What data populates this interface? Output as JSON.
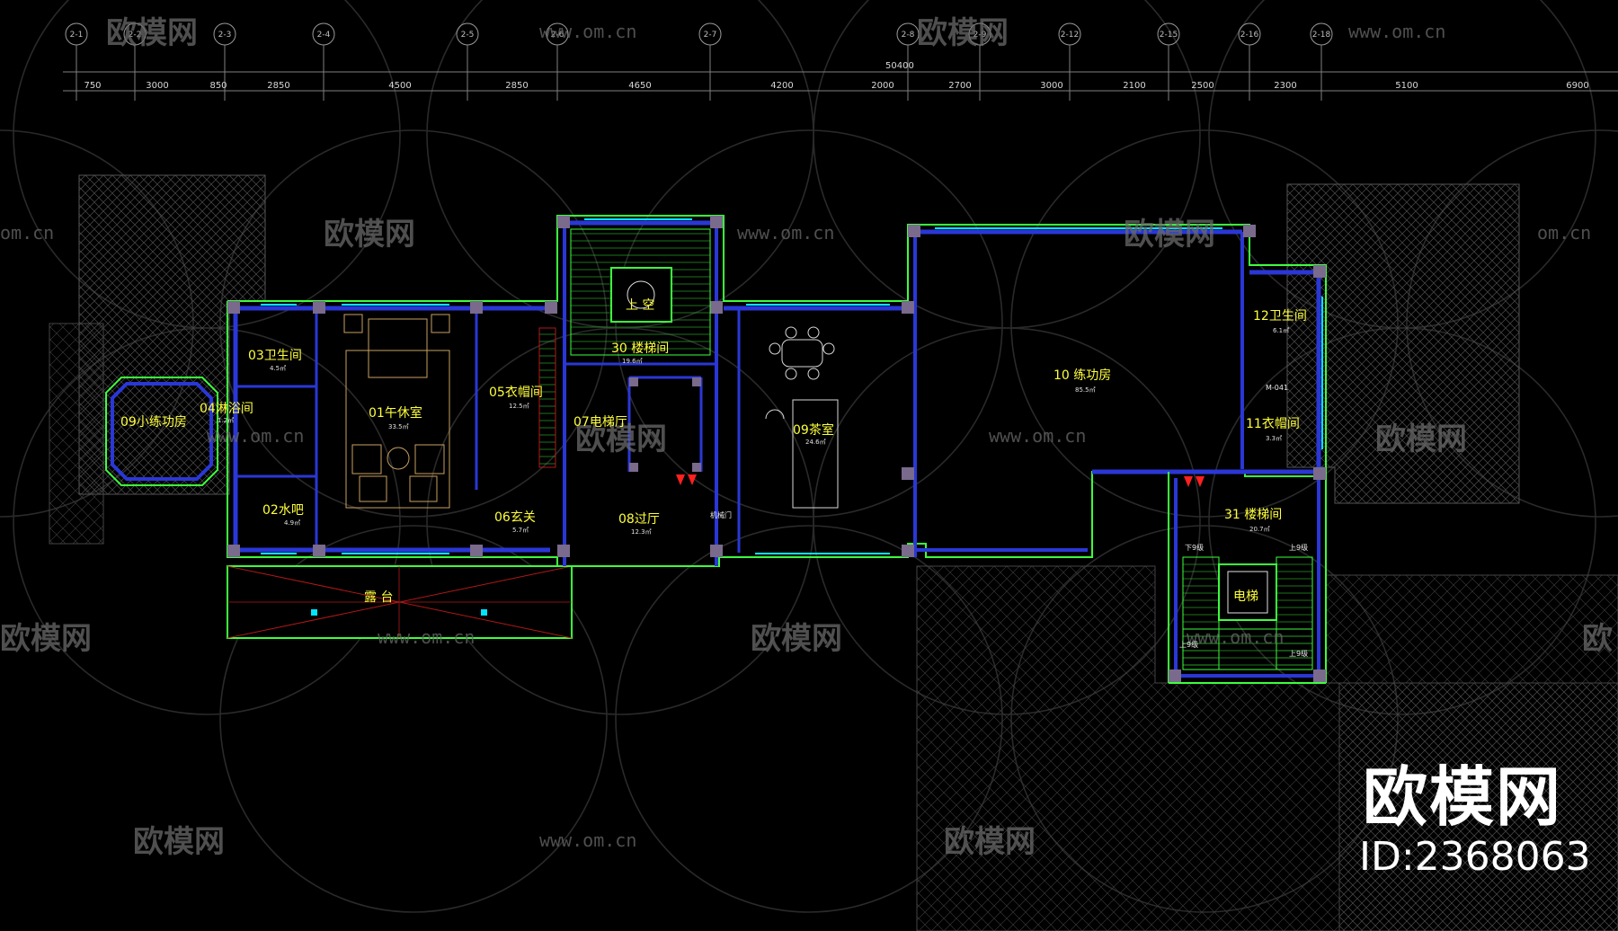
{
  "axis_labels": [
    "2-1",
    "2-2",
    "2-3",
    "2-4",
    "2-5",
    "2-6",
    "2-7",
    "2-8",
    "2-9",
    "2-12",
    "2-15",
    "2-16",
    "2-18"
  ],
  "total_dimension": "50400",
  "dimensions": [
    "750",
    "3000",
    "850",
    "2850",
    "4500",
    "2850",
    "4650",
    "4200",
    "2000",
    "2700",
    "3000",
    "2100",
    "2500",
    "2300",
    "5100",
    "6900"
  ],
  "rooms": {
    "r01": {
      "name": "01午休室",
      "area": "33.5㎡"
    },
    "r02": {
      "name": "02水吧",
      "area": "4.9㎡"
    },
    "r03": {
      "name": "03卫生间",
      "area": "4.5㎡"
    },
    "r04": {
      "name": "04淋浴间",
      "area": "1.2㎡"
    },
    "r05": {
      "name": "05衣帽间",
      "area": "12.5㎡"
    },
    "r06": {
      "name": "06玄关",
      "area": "5.7㎡"
    },
    "r07": {
      "name": "07电梯厅",
      "area": ""
    },
    "r08": {
      "name": "08过厅",
      "area": "12.3㎡"
    },
    "r09a": {
      "name": "09小练功房",
      "area": ""
    },
    "r09b": {
      "name": "09茶室",
      "area": "24.6㎡"
    },
    "r10": {
      "name": "10 练功房",
      "area": "85.5㎡"
    },
    "r11": {
      "name": "11衣帽间",
      "area": "3.3㎡"
    },
    "r12": {
      "name": "12卫生间",
      "area": "6.1㎡"
    },
    "r30": {
      "name": "30 楼梯间",
      "area": "19.6㎡"
    },
    "r31": {
      "name": "31 楼梯间",
      "area": "20.7㎡"
    },
    "elevator": {
      "name": "电梯"
    },
    "terrace": {
      "name": "露 台"
    }
  },
  "void_label": "上 空",
  "notes": {
    "stair_up_1": "上9级",
    "stair_up_2": "上9级",
    "stair_down_1": "下9级",
    "stair_up_3": "上9级",
    "mech_door": "机械门",
    "door_code": "M-041"
  },
  "watermark": {
    "text": "欧模网",
    "url": "www.om.cn",
    "url_partial": "om.cn",
    "partial_1": "欧模网",
    "partial_2": "欧"
  },
  "brand": {
    "logo": "欧模网",
    "id_text": "ID:2368063"
  },
  "colors": {
    "wall_green": "#3dff3d",
    "wall_blue": "#2a37d6",
    "column_fill": "#7a6a8c",
    "room_text": "#ffff3c",
    "hatch": "#5a5a5a",
    "door_red": "#ff2020",
    "window_cyan": "#00e5ff"
  }
}
